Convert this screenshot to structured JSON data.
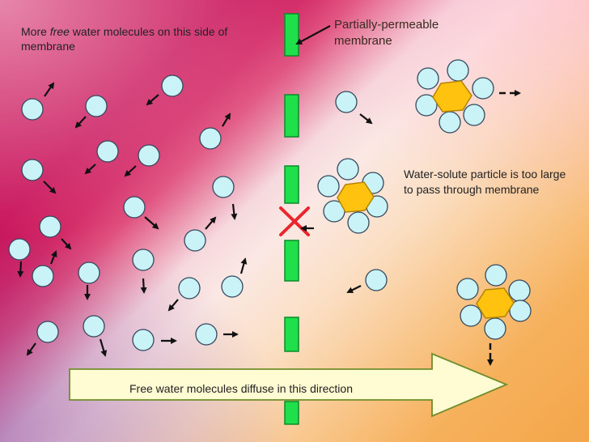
{
  "labels": {
    "more_free_text_pre": "More ",
    "more_free_text_em": "free",
    "more_free_text_post": " water molecules on this side of membrane",
    "membrane_label": "Partially-permeable membrane",
    "solute_note": "Water-solute particle is too large to pass through membrane",
    "diffusion_arrow": "Free water molecules diffuse in this direction"
  },
  "colors": {
    "water_molecule": "#c9f3f7",
    "membrane_segment": "#1fe04a",
    "solute_hexagon": "#ffc20e",
    "blocked_cross": "#e8262b",
    "arrow_fill": "#fffbd2"
  },
  "icons": [
    "cross-mark-icon",
    "direction-arrow-icon",
    "pointer-line-icon"
  ]
}
